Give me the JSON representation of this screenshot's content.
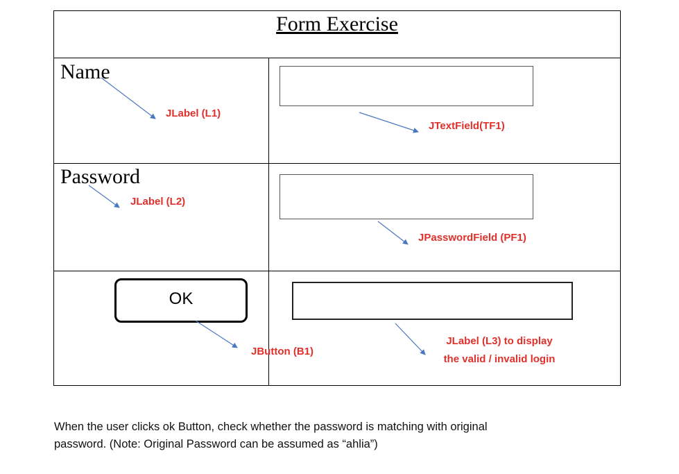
{
  "form": {
    "title": "Form Exercise",
    "name_label": "Name",
    "password_label": "Password",
    "ok_label": "OK"
  },
  "annotations": {
    "l1": "JLabel (L1)",
    "tf1": "JTextField(TF1)",
    "l2": "JLabel (L2)",
    "pf1": "JPasswordField (PF1)",
    "b1": "JButton (B1)",
    "l3_line1": "JLabel (L3)  to display",
    "l3_line2": "the valid / invalid login"
  },
  "note": {
    "line1": "When the user clicks ok Button, check whether the password is matching with original",
    "line2": "password. (Note: Original Password can be assumed as “ahlia”)"
  },
  "colors": {
    "annotation_text": "#e0302c",
    "arrow": "#4a78c0"
  }
}
